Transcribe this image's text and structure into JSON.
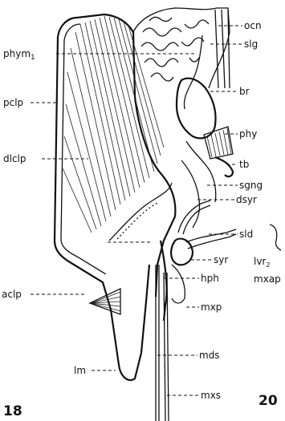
{
  "figure": {
    "number_left": "18",
    "number_right": "20"
  },
  "labels": {
    "ocn": "ocn",
    "slg": "slg",
    "phym": "phym",
    "phym_sub": "1",
    "pclp": "pclp",
    "br": "br",
    "phy": "phy",
    "tb": "tb",
    "sgng": "sgng",
    "dlclp": "dlclp",
    "dsyr": "dsyr",
    "sld": "sld",
    "syr": "syr",
    "lvr": "lvr",
    "lvr_sub": "2",
    "mxap": "mxap",
    "aclp": "aclp",
    "hph": "hph",
    "mxp": "mxp",
    "mds": "mds",
    "lm": "lm",
    "mxs": "mxs"
  }
}
